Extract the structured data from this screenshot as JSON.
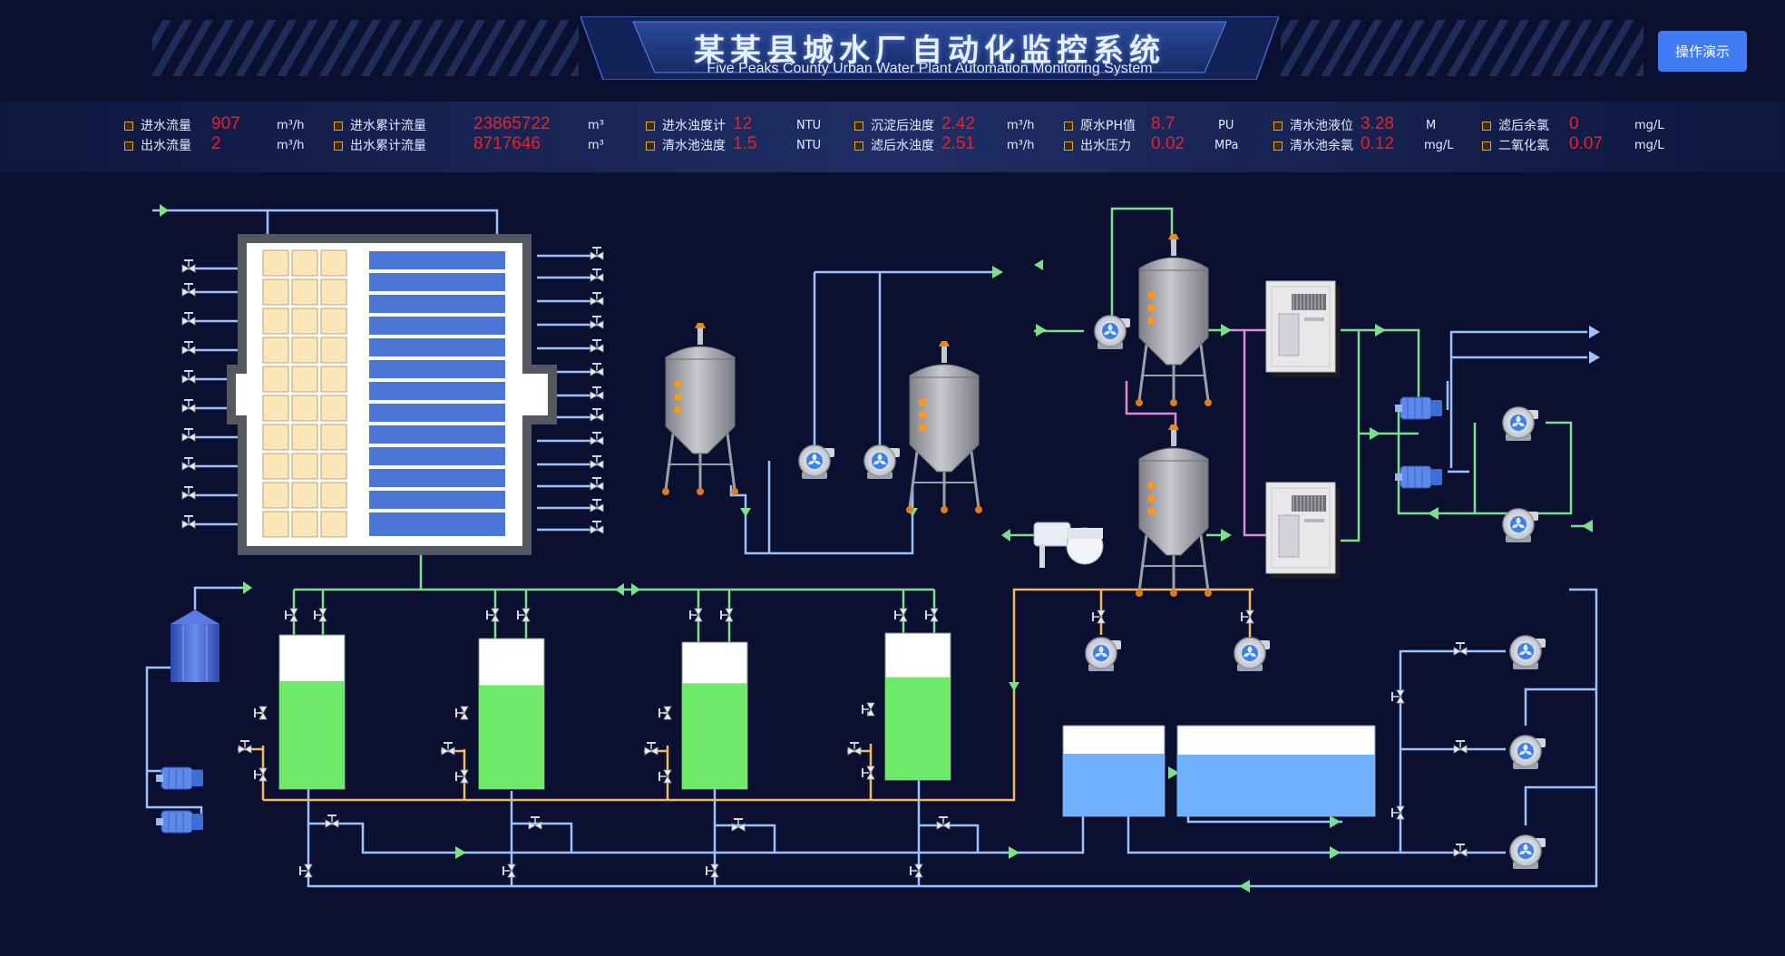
{
  "header": {
    "title": "某某县城水厂自动化监控系统",
    "subtitle": "Five Peaks County Urban Water Plant Automation Monitoring System",
    "demo_button": "操作演示"
  },
  "metrics": [
    {
      "label": "进水流量",
      "value": "907",
      "unit": "m³/h"
    },
    {
      "label": "出水流量",
      "value": "2",
      "unit": "m³/h"
    },
    {
      "label": "进水累计流量",
      "value": "23865722",
      "unit": "m³"
    },
    {
      "label": "出水累计流量",
      "value": "8717646",
      "unit": "m³"
    },
    {
      "label": "进水浊度计",
      "value": "12",
      "unit": "NTU"
    },
    {
      "label": "清水池浊度",
      "value": "1.5",
      "unit": "NTU"
    },
    {
      "label": "沉淀后浊度",
      "value": "2.42",
      "unit": "m³/h"
    },
    {
      "label": "滤后水浊度",
      "value": "2.51",
      "unit": "m³/h"
    },
    {
      "label": "原水PH值",
      "value": "8.7",
      "unit": "PU"
    },
    {
      "label": "出水压力",
      "value": "0.02",
      "unit": "MPa"
    },
    {
      "label": "清水池液位",
      "value": "3.28",
      "unit": "M"
    },
    {
      "label": "清水池余氯",
      "value": "0.12",
      "unit": "mg/L"
    },
    {
      "label": "滤后余氯",
      "value": "0",
      "unit": "mg/L"
    },
    {
      "label": "二氧化氯",
      "value": "0.07",
      "unit": "mg/L"
    }
  ],
  "process": {
    "filter_tank_levels": [
      0.7,
      0.69,
      0.72,
      0.7
    ],
    "clear_tank_levels": [
      0.69,
      0.68
    ]
  },
  "colors": {
    "background": "#0b1030",
    "pipe_raw": "#9dc3ff",
    "pipe_clean": "#7dde8d",
    "pipe_chemical": "#f0bb5a",
    "pipe_dosing": "#d98be0",
    "value_red": "#e8212a",
    "accent_button": "#3f7cf4",
    "filter_water": "#6ee96a",
    "clear_water": "#6fb0ff",
    "sedimentation_blue": "#4a74d6",
    "sedimentation_cells": "#fbe6b8"
  }
}
